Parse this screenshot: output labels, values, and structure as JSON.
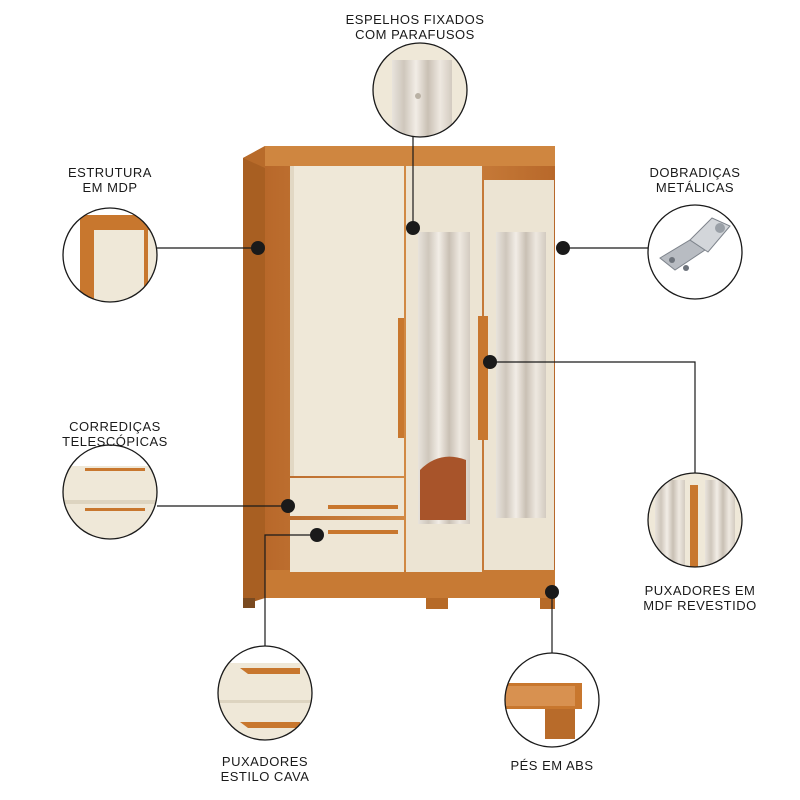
{
  "colors": {
    "wood": "#c8772e",
    "wood_dark": "#a65e1f",
    "panel": "#efe8d8",
    "panel_shadow": "#e3dac6",
    "line": "#1a1a1a",
    "mirror": "#d9d3cb"
  },
  "callouts": {
    "espelhos": {
      "line1": "ESPELHOS FIXADOS",
      "line2": "COM PARAFUSOS"
    },
    "estrutura": {
      "line1": "ESTRUTURA",
      "line2": "EM MDP"
    },
    "dobradicas": {
      "line1": "DOBRADIÇAS",
      "line2": "METÁLICAS"
    },
    "corredicas": {
      "line1": "CORREDIÇAS",
      "line2": "TELESCÓPICAS"
    },
    "puxadores_mdf": {
      "line1": "PUXADORES EM",
      "line2": "MDF REVESTIDO"
    },
    "puxadores_cava": {
      "line1": "PUXADORES",
      "line2": "ESTILO CAVA"
    },
    "pes": {
      "line1": "PÉS EM ABS"
    }
  }
}
